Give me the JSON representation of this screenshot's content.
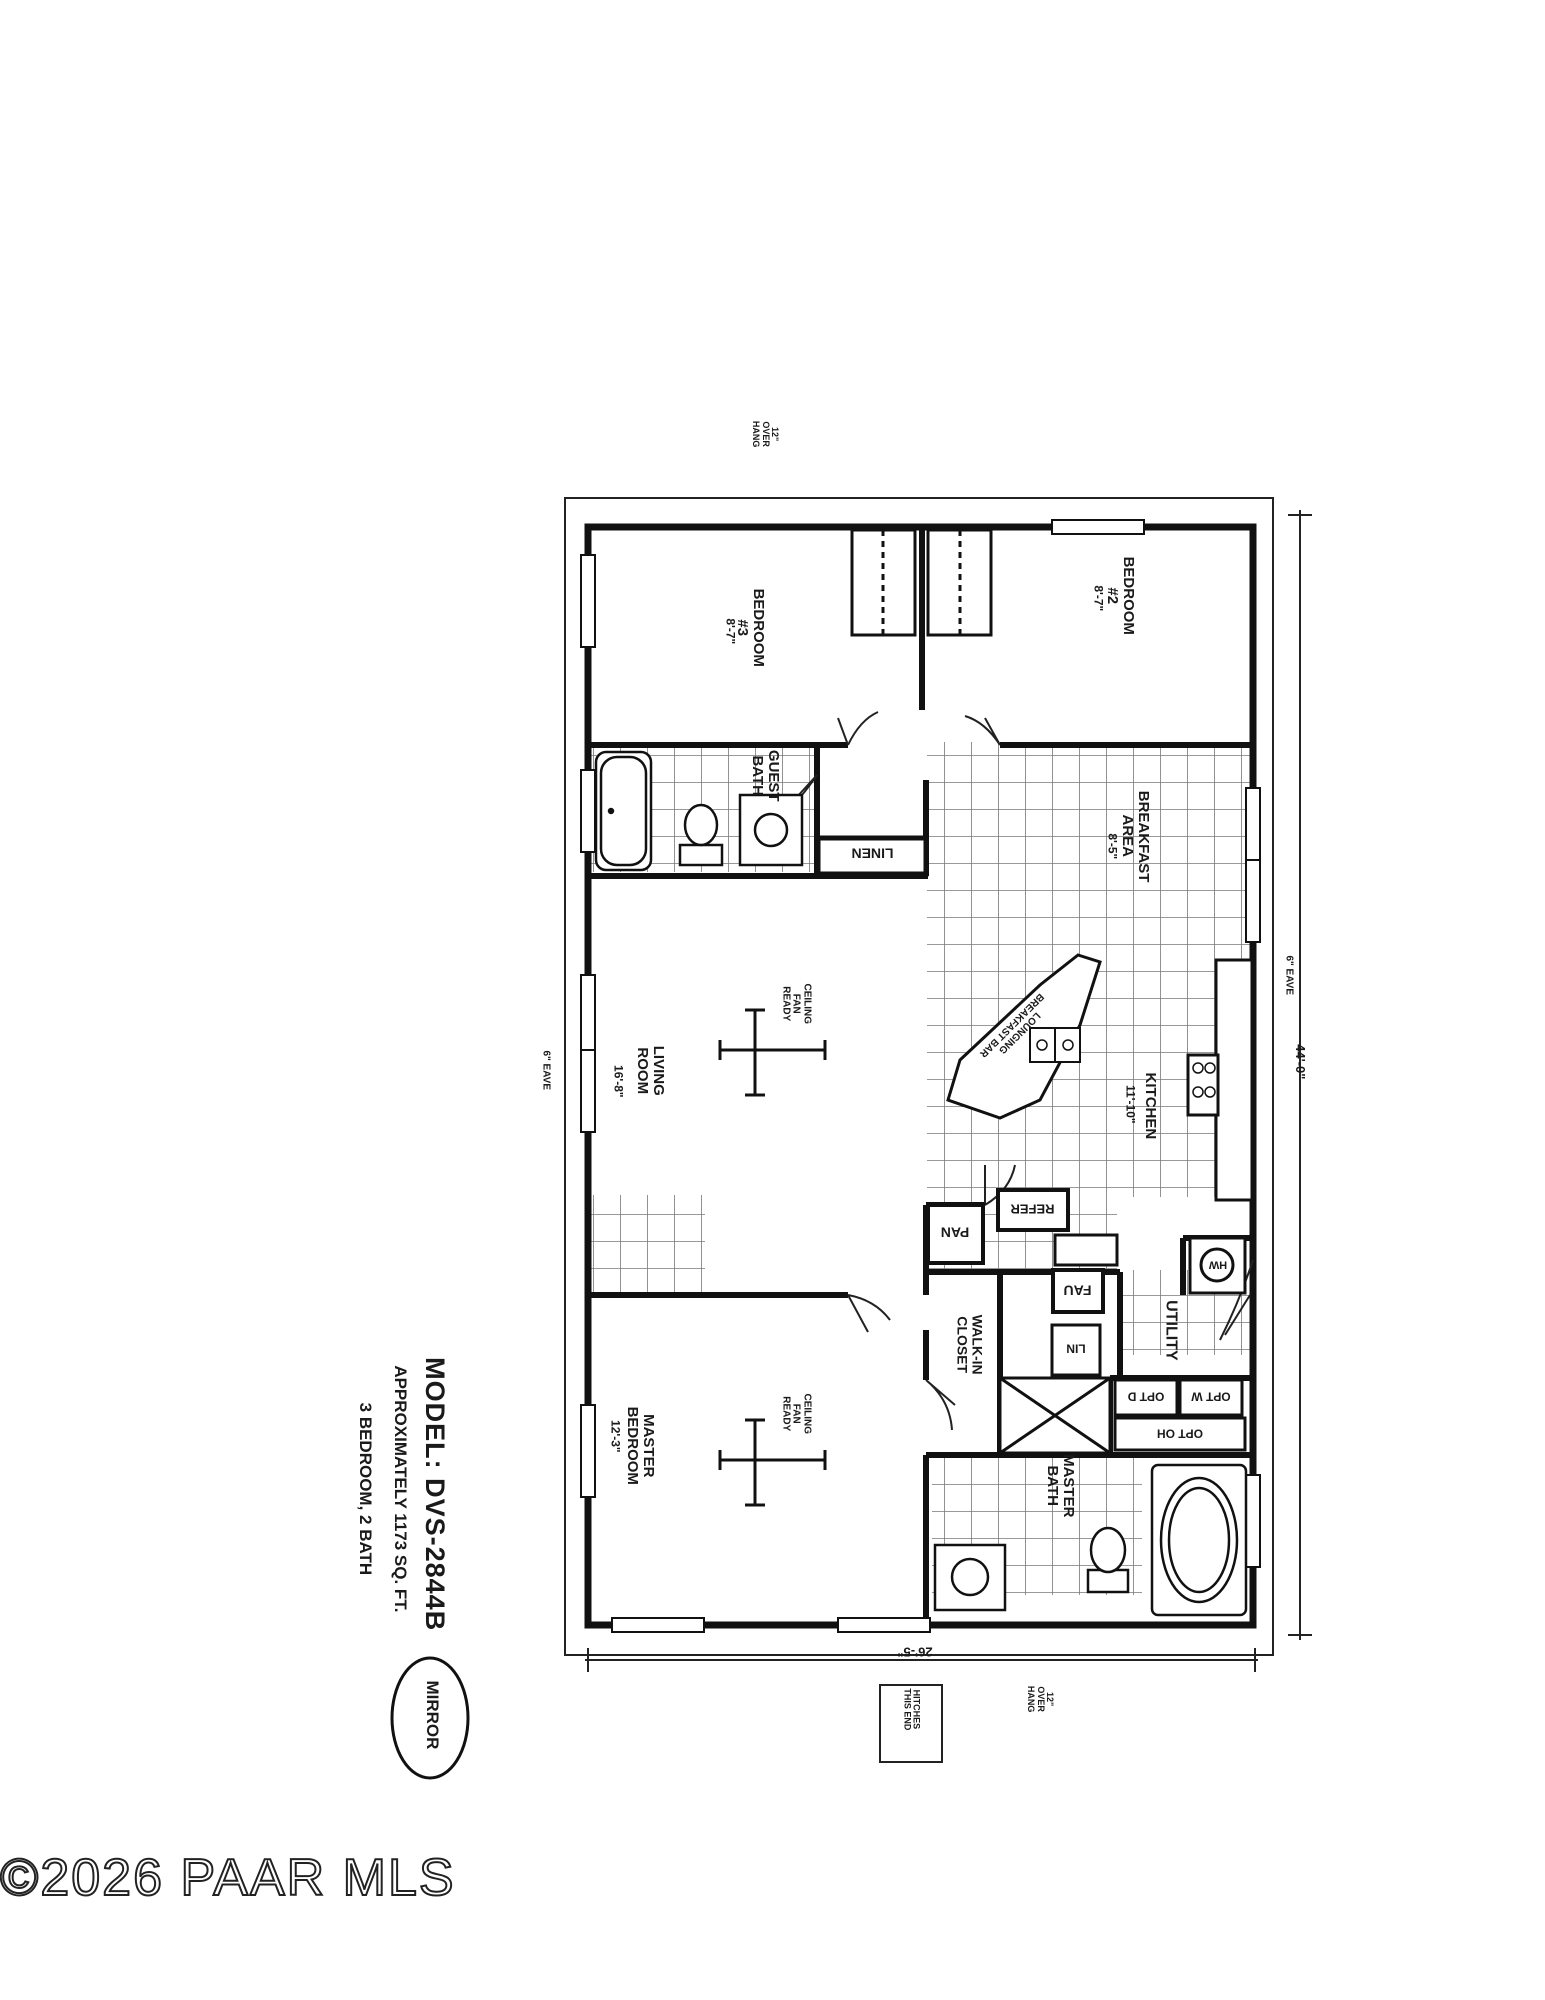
{
  "model": {
    "line1": "MODEL: DVS-2844B",
    "line2": "APPROXIMATELY 1173 SQ. FT.",
    "line3": "3 BEDROOM, 2 BATH",
    "mirror_label": "MIRROR"
  },
  "rooms": {
    "bedroom3": {
      "name": "BEDROOM #3",
      "size": "8'-7\""
    },
    "bedroom2": {
      "name": "BEDROOM #2",
      "size": "8'-7\""
    },
    "guest_bath": {
      "name": "GUEST\nBATH"
    },
    "linen": {
      "name": "LINEN"
    },
    "breakfast": {
      "name": "BREAKFAST\nAREA",
      "size": "8'-5\""
    },
    "living": {
      "name": "LIVING ROOM",
      "size": "16'-8\""
    },
    "kitchen": {
      "name": "KITCHEN",
      "size": "11'-10\""
    },
    "master_bedroom": {
      "name": "MASTER BEDROOM",
      "size": "12'-3\""
    },
    "master_bath": {
      "name": "MASTER\nBATH"
    },
    "walkin_closet": {
      "name": "WALK-IN\nCLOSET"
    },
    "utility": {
      "name": "UTILITY"
    }
  },
  "fixtures": {
    "pan": "PAN",
    "refer": "REFER",
    "fau": "FAU",
    "lin": "LIN",
    "hw": "HW",
    "opt_d": "OPT D",
    "opt_w": "OPT W",
    "opt_oh": "OPT OH",
    "island": "LOUNGING\nBREAKFAST BAR",
    "ceiling_fan_living": "CEILING\nFAN\nREADY",
    "ceiling_fan_master": "CEILING\nFAN\nREADY"
  },
  "dimensions": {
    "length": "44'-0\"",
    "width": "26'-5\"",
    "eave_left": "6\" EAVE",
    "eave_right": "6\" EAVE",
    "overhang_top": "12\"\nOVER\nHANG",
    "overhang_bottom": "12\"\nOVER\nHANG"
  },
  "hitches": "HITCHES\nTHIS END",
  "watermark": "©2026 PAAR MLS"
}
